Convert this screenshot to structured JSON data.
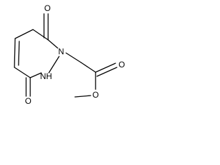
{
  "molecule": {
    "atoms": {
      "o_top": "O",
      "o_bottom": "O",
      "n1": "N",
      "n2": "NH",
      "o_carbonyl": "O",
      "o_ester": "O"
    },
    "colors": {
      "bond": "#000000",
      "label": "#000000",
      "background": "#ffffff"
    }
  }
}
